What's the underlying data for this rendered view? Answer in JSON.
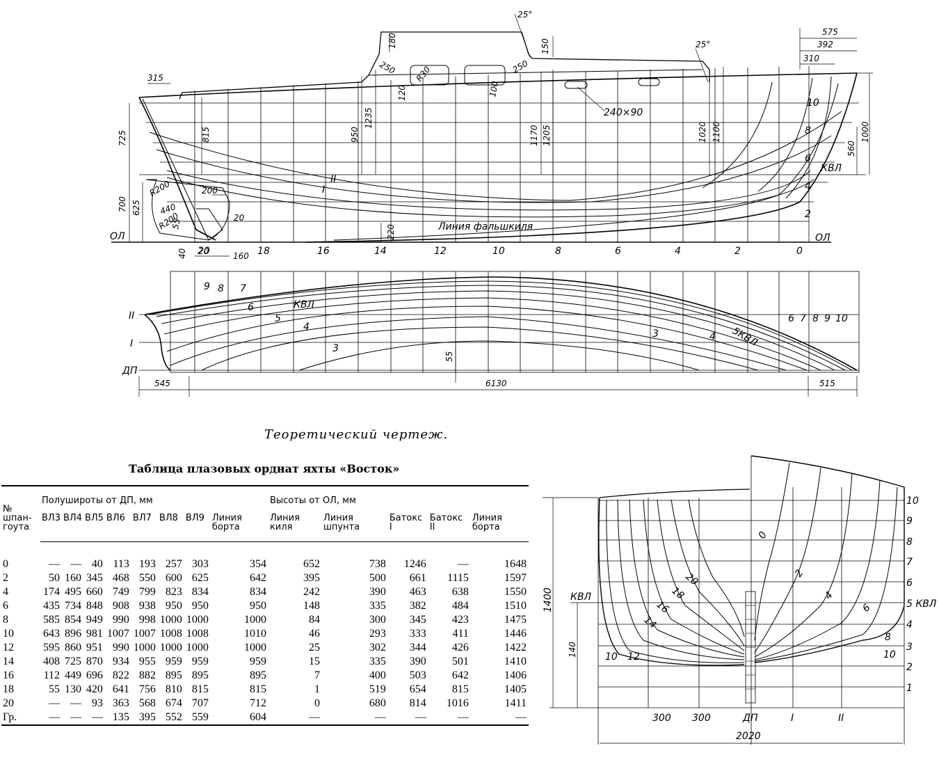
{
  "caption": "Теоретический чертеж.",
  "table": {
    "title": "Таблица плазовых орднат яхты «Восток»",
    "col_frame": "№ шпан-гоута",
    "group_halfwidths": "Полушироты от ДП, мм",
    "group_heights": "Высоты от ОЛ, мм",
    "columns": [
      "ВЛ3",
      "ВЛ4",
      "ВЛ5",
      "ВЛ6",
      "ВЛ7",
      "ВЛ8",
      "ВЛ9",
      "Линия борта",
      "Линия киля",
      "Линия шпунта",
      "Батокс I",
      "Батокс II",
      "Линия борта"
    ],
    "rows": [
      [
        "0",
        "—",
        "—",
        "40",
        "113",
        "193",
        "257",
        "303",
        "354",
        "652",
        "738",
        "1246",
        "—",
        "1648"
      ],
      [
        "2",
        "50",
        "160",
        "345",
        "468",
        "550",
        "600",
        "625",
        "642",
        "395",
        "500",
        "661",
        "1115",
        "1597"
      ],
      [
        "4",
        "174",
        "495",
        "660",
        "749",
        "799",
        "823",
        "834",
        "834",
        "242",
        "390",
        "463",
        "638",
        "1550"
      ],
      [
        "6",
        "435",
        "734",
        "848",
        "908",
        "938",
        "950",
        "950",
        "950",
        "148",
        "335",
        "382",
        "484",
        "1510"
      ],
      [
        "8",
        "585",
        "854",
        "949",
        "990",
        "998",
        "1000",
        "1000",
        "1000",
        "84",
        "300",
        "345",
        "423",
        "1475"
      ],
      [
        "10",
        "643",
        "896",
        "981",
        "1007",
        "1007",
        "1008",
        "1008",
        "1010",
        "46",
        "293",
        "333",
        "411",
        "1446"
      ],
      [
        "12",
        "595",
        "860",
        "951",
        "990",
        "1000",
        "1000",
        "1000",
        "1000",
        "25",
        "302",
        "344",
        "426",
        "1422"
      ],
      [
        "14",
        "408",
        "725",
        "870",
        "934",
        "955",
        "959",
        "959",
        "959",
        "15",
        "335",
        "390",
        "501",
        "1410"
      ],
      [
        "16",
        "112",
        "449",
        "696",
        "822",
        "882",
        "895",
        "895",
        "895",
        "7",
        "400",
        "503",
        "642",
        "1406"
      ],
      [
        "18",
        "55",
        "130",
        "420",
        "641",
        "756",
        "810",
        "815",
        "815",
        "1",
        "519",
        "654",
        "815",
        "1405"
      ],
      [
        "20",
        "—",
        "—",
        "93",
        "363",
        "568",
        "674",
        "707",
        "712",
        "0",
        "680",
        "814",
        "1016",
        "1411"
      ],
      [
        "Гр.",
        "—",
        "—",
        "—",
        "135",
        "395",
        "552",
        "559",
        "604",
        "—",
        "—",
        "—",
        "—",
        "—"
      ]
    ]
  },
  "profile": {
    "stations": [
      "20",
      "18",
      "16",
      "14",
      "12",
      "10",
      "8",
      "6",
      "4",
      "2",
      "0"
    ],
    "waterlines": [
      "10",
      "8",
      "6",
      "4",
      "2"
    ],
    "kvl": "КВЛ",
    "ol": "ОЛ",
    "false_keel": "Линия фальшкиля",
    "buttocks": [
      "II",
      "I"
    ],
    "window": "240×90",
    "dims": [
      "315",
      "725",
      "700",
      "625",
      "815",
      "950",
      "1235",
      "1170",
      "1205",
      "1020",
      "1100",
      "180",
      "150",
      "250",
      "250",
      "R30",
      "120",
      "100",
      "25°",
      "25°",
      "575",
      "392",
      "310",
      "1000",
      "560",
      "R200",
      "R200",
      "440",
      "200",
      "20",
      "55",
      "40",
      "20",
      "160",
      "220"
    ]
  },
  "plan": {
    "labels_left": [
      "II",
      "I",
      "ДП"
    ],
    "lines_aft": [
      "9",
      "8",
      "7",
      "6",
      "5",
      "КВЛ",
      "4",
      "3"
    ],
    "lines_fwd": [
      "3",
      "4",
      "5КВЛ",
      "6",
      "7",
      "8",
      "9",
      "10"
    ],
    "dims": [
      "545",
      "6130",
      "515",
      "55"
    ]
  },
  "body": {
    "wl_labels": [
      "10",
      "9",
      "8",
      "7",
      "6",
      "5 КВЛ",
      "4",
      "3",
      "2",
      "1"
    ],
    "kvl": "КВЛ",
    "aft_frames": [
      "20",
      "18",
      "16",
      "14",
      "12",
      "10"
    ],
    "fwd_frames": [
      "0",
      "2",
      "4",
      "6",
      "8",
      "10"
    ],
    "bottom_labels": [
      "300",
      "300",
      "ДП",
      "I",
      "II"
    ],
    "dims": [
      "1400",
      "140",
      "2020"
    ]
  }
}
